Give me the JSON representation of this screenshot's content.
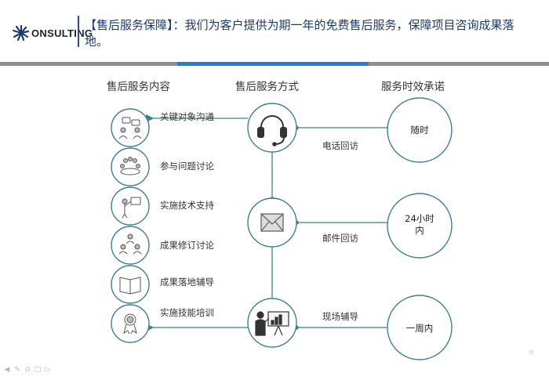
{
  "logo": {
    "text": "ONSULTING"
  },
  "header": {
    "bracket_title": "【售后服务保障】",
    "body": "：我们为客户提供为期一年的免费售后服务，保障项目咨询成果落地。"
  },
  "columns": {
    "content": "售后服务内容",
    "method": "售后服务方式",
    "promise": "服务时效承诺"
  },
  "content_items": [
    {
      "label": "关键对象沟通",
      "icon": "conversation-icon"
    },
    {
      "label": "参与问题讨论",
      "icon": "meeting-icon"
    },
    {
      "label": "实施技术支持",
      "icon": "presenter-icon"
    },
    {
      "label": "成果修订讨论",
      "icon": "team-icon"
    },
    {
      "label": "成果落地辅导",
      "icon": "book-icon"
    },
    {
      "label": "实施技能培训",
      "icon": "award-icon"
    }
  ],
  "methods": [
    {
      "label": "电话回访",
      "icon": "headset-icon"
    },
    {
      "label": "邮件回访",
      "icon": "envelope-icon"
    },
    {
      "label": "现场辅导",
      "icon": "presentation-board-icon"
    }
  ],
  "promises": [
    {
      "line1": "随时",
      "line2": ""
    },
    {
      "line1": "24小时",
      "line2": "内"
    },
    {
      "line1": "一周内",
      "line2": ""
    }
  ],
  "colors": {
    "circle_stroke": "#3f7f95",
    "connector": "#3f7f95",
    "header_text": "#1d3a6b",
    "accent_bar": "#1f7fd0",
    "gray_bar": "#8c8f92"
  },
  "toolbar": [
    "◀",
    "✎",
    "⊙",
    "▢",
    "▷"
  ]
}
